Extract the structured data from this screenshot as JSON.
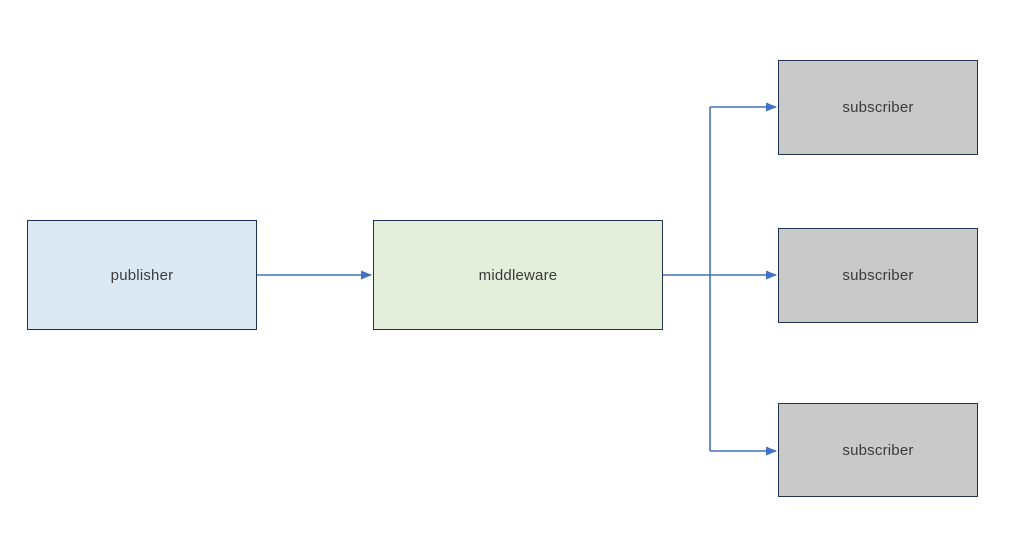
{
  "diagram": {
    "type": "flow-diagram",
    "description": "publish-subscribe architecture diagram",
    "nodes": [
      {
        "id": "publisher",
        "label": "publisher",
        "fill": "#dbe9f5",
        "border": "#1f3251"
      },
      {
        "id": "middleware",
        "label": "middleware",
        "fill": "#e3efda",
        "border": "#1f3251"
      },
      {
        "id": "subscriber-1",
        "label": "subscriber",
        "fill": "#c9c9c9",
        "border": "#1f3251"
      },
      {
        "id": "subscriber-2",
        "label": "subscriber",
        "fill": "#c9c9c9",
        "border": "#1f3251"
      },
      {
        "id": "subscriber-3",
        "label": "subscriber",
        "fill": "#c9c9c9",
        "border": "#1f3251"
      }
    ],
    "edges": [
      {
        "from": "publisher",
        "to": "middleware",
        "style": "straight-arrow"
      },
      {
        "from": "middleware",
        "to": "subscriber-1",
        "style": "elbow-arrow"
      },
      {
        "from": "middleware",
        "to": "subscriber-2",
        "style": "straight-arrow"
      },
      {
        "from": "middleware",
        "to": "subscriber-3",
        "style": "elbow-arrow"
      }
    ],
    "connector_color": "#4472c4",
    "text_color": "#3b3b3b",
    "background_color": "#ffffff"
  }
}
